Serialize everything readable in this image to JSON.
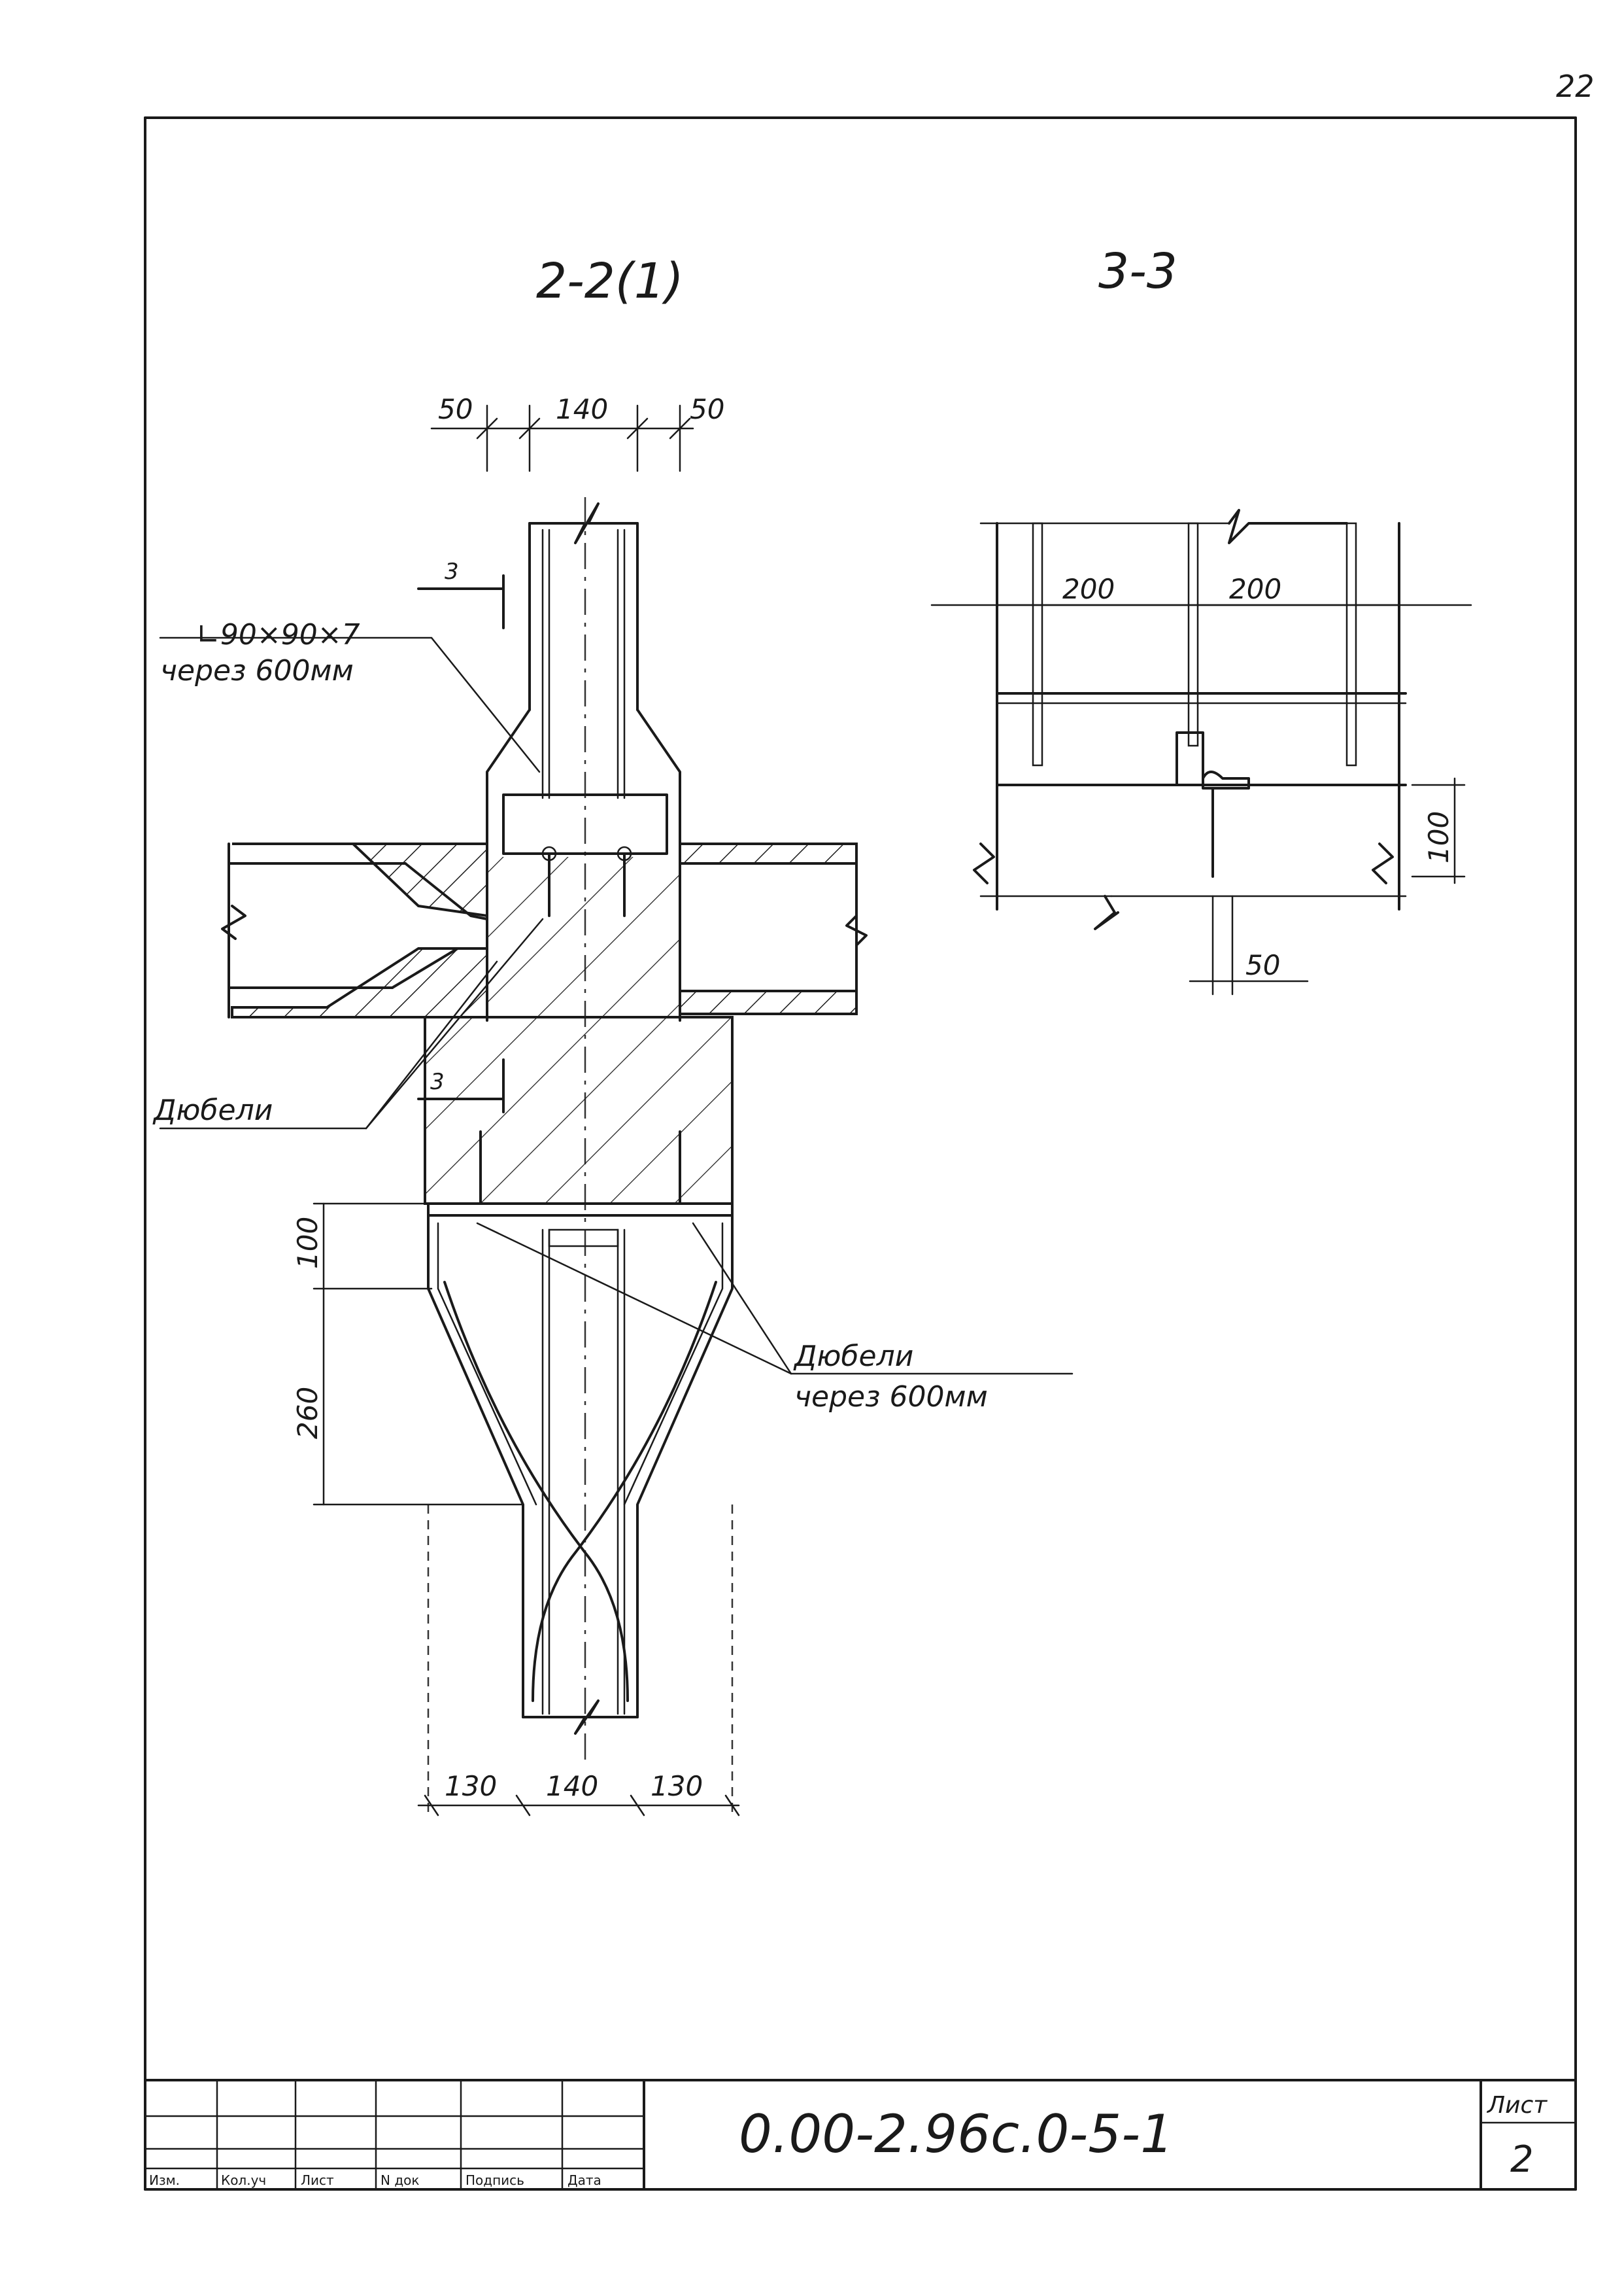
{
  "page_number": "22",
  "sections": {
    "left_title": "2-2(1)",
    "right_title": "3-3"
  },
  "dimensions": {
    "top": [
      "50",
      "140",
      "50"
    ],
    "bottom": [
      "130",
      "140",
      "130"
    ],
    "vertical": [
      "100",
      "260"
    ],
    "section33_horizontal": [
      "200",
      "200"
    ],
    "section33_vertical": "100",
    "section33_bottom": "50"
  },
  "annotations": {
    "angle_label": "∟90×90×7",
    "angle_spacing": "через 600мм",
    "dowels_left": "Дюбели",
    "dowels_right": "Дюбели",
    "dowels_right_spacing": "через 600мм",
    "section_mark_top": "3",
    "section_mark_bottom": "3"
  },
  "title_block": {
    "document_code": "0.00-2.96с.0-5-1",
    "sheet_label": "Лист",
    "sheet_number": "2",
    "columns": [
      "Изм.",
      "Кол.уч",
      "Лист",
      "N док",
      "Подпись",
      "Дата"
    ]
  }
}
